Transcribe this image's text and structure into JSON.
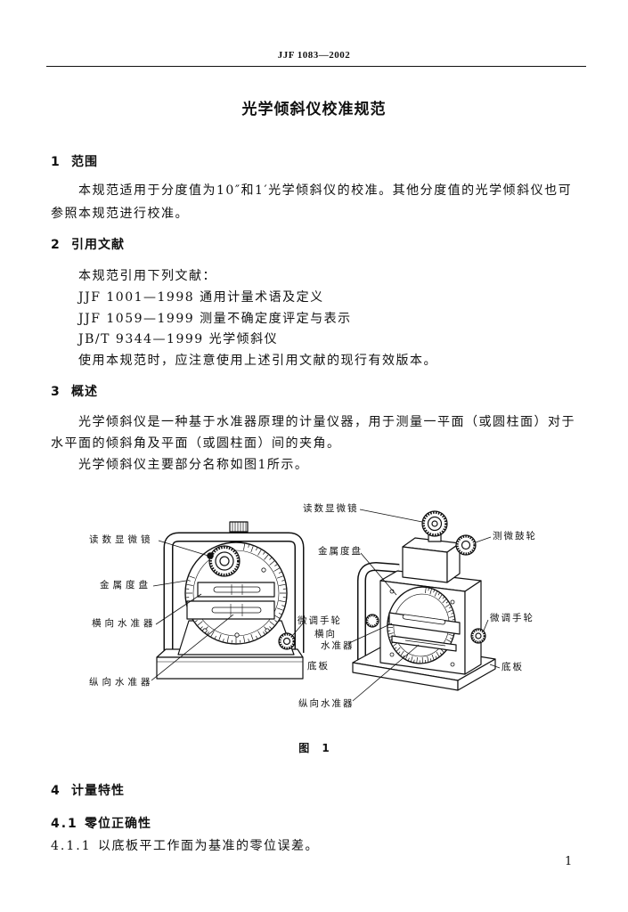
{
  "header": {
    "doc_code": "JJF 1083—2002"
  },
  "title": "光学倾斜仪校准规范",
  "s1": {
    "num": "1",
    "title": "范围",
    "lines": [
      "本规范适用于分度值为10″和1′光学倾斜仪的校准。其他分度值的光学倾斜仪也可",
      "参照本规范进行校准。"
    ]
  },
  "s2": {
    "num": "2",
    "title": "引用文献",
    "lines": [
      "本规范引用下列文献：",
      "JJF 1001—1998 通用计量术语及定义",
      "JJF 1059—1999 测量不确定度评定与表示",
      "JB/T 9344—1999 光学倾斜仪",
      "使用本规范时，应注意使用上述引用文献的现行有效版本。"
    ]
  },
  "s3": {
    "num": "3",
    "title": "概述",
    "lines": [
      "光学倾斜仪是一种基于水准器原理的计量仪器，用于测量一平面（或圆柱面）对于",
      "水平面的倾斜角及平面（或圆柱面）间的夹角。",
      "光学倾斜仪主要部分名称如图1所示。"
    ]
  },
  "figure": {
    "caption": "图 1",
    "front_view": {
      "reading_microscope": "读数显微镜",
      "metal_dial": "金属度盘",
      "transverse_level": "横向水准器",
      "longitudinal_level": "纵向水准器",
      "fine_adjust_wheel": "微调手轮",
      "base_plate": "底板"
    },
    "side_view": {
      "reading_microscope": "读数显微镜",
      "micrometer_drum": "测微鼓轮",
      "metal_dial": "金属度盘",
      "transverse_level_line1": "横向",
      "transverse_level_line2": "水准器",
      "fine_adjust_wheel": "微调手轮",
      "base_plate": "底板",
      "longitudinal_level": "纵向水准器"
    }
  },
  "s4": {
    "num": "4",
    "title": "计量特性"
  },
  "s4_1": {
    "num": "4.1",
    "title": "零位正确性"
  },
  "s4_1_1": {
    "num": "4.1.1",
    "title": "以底板平工作面为基准的零位误差。"
  },
  "page_number": "1"
}
